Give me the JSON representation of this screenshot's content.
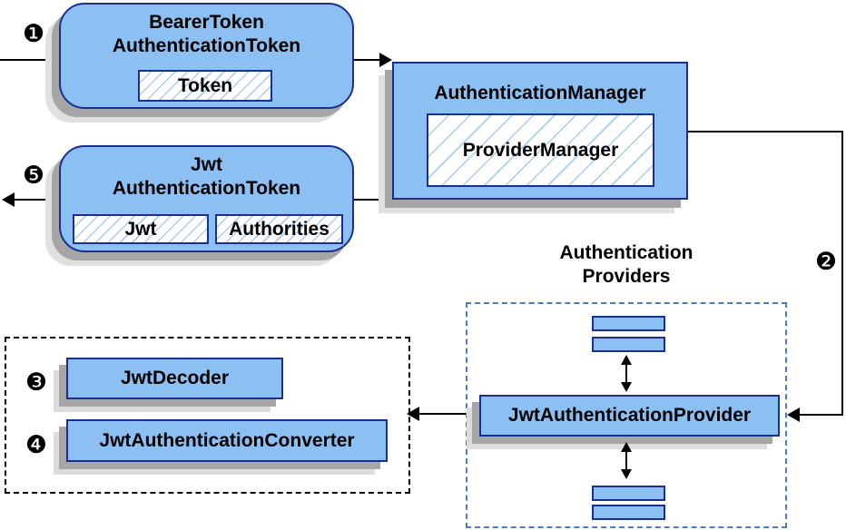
{
  "colors": {
    "node_fill": "#8cc0f2",
    "node_border": "#1b2f93",
    "hatch_line": "#a9cdee",
    "providers_dash_border": "#4a7cc2",
    "group_dash_border": "#000000",
    "shadow_dark": "#a6a6a6",
    "shadow_light": "#e0e0e0",
    "line_color": "#000000",
    "text_color": "#000000"
  },
  "steps": {
    "s1": "❶",
    "s2": "❷",
    "s3": "❸",
    "s4": "❹",
    "s5": "❺"
  },
  "nodes": {
    "bearer_token": {
      "title_line1": "BearerToken",
      "title_line2": "AuthenticationToken",
      "field_token": "Token"
    },
    "authentication_manager": {
      "title": "AuthenticationManager",
      "field_implementation": "ProviderManager"
    },
    "jwt_authentication_token": {
      "title_line1": "Jwt",
      "title_line2": "AuthenticationToken",
      "field_jwt": "Jwt",
      "field_authorities": "Authorities"
    },
    "authentication_providers": {
      "heading_line1": "Authentication",
      "heading_line2": "Providers",
      "provider_label": "JwtAuthenticationProvider"
    },
    "decoder_group": {
      "decoder_label": "JwtDecoder",
      "converter_label": "JwtAuthenticationConverter"
    }
  }
}
